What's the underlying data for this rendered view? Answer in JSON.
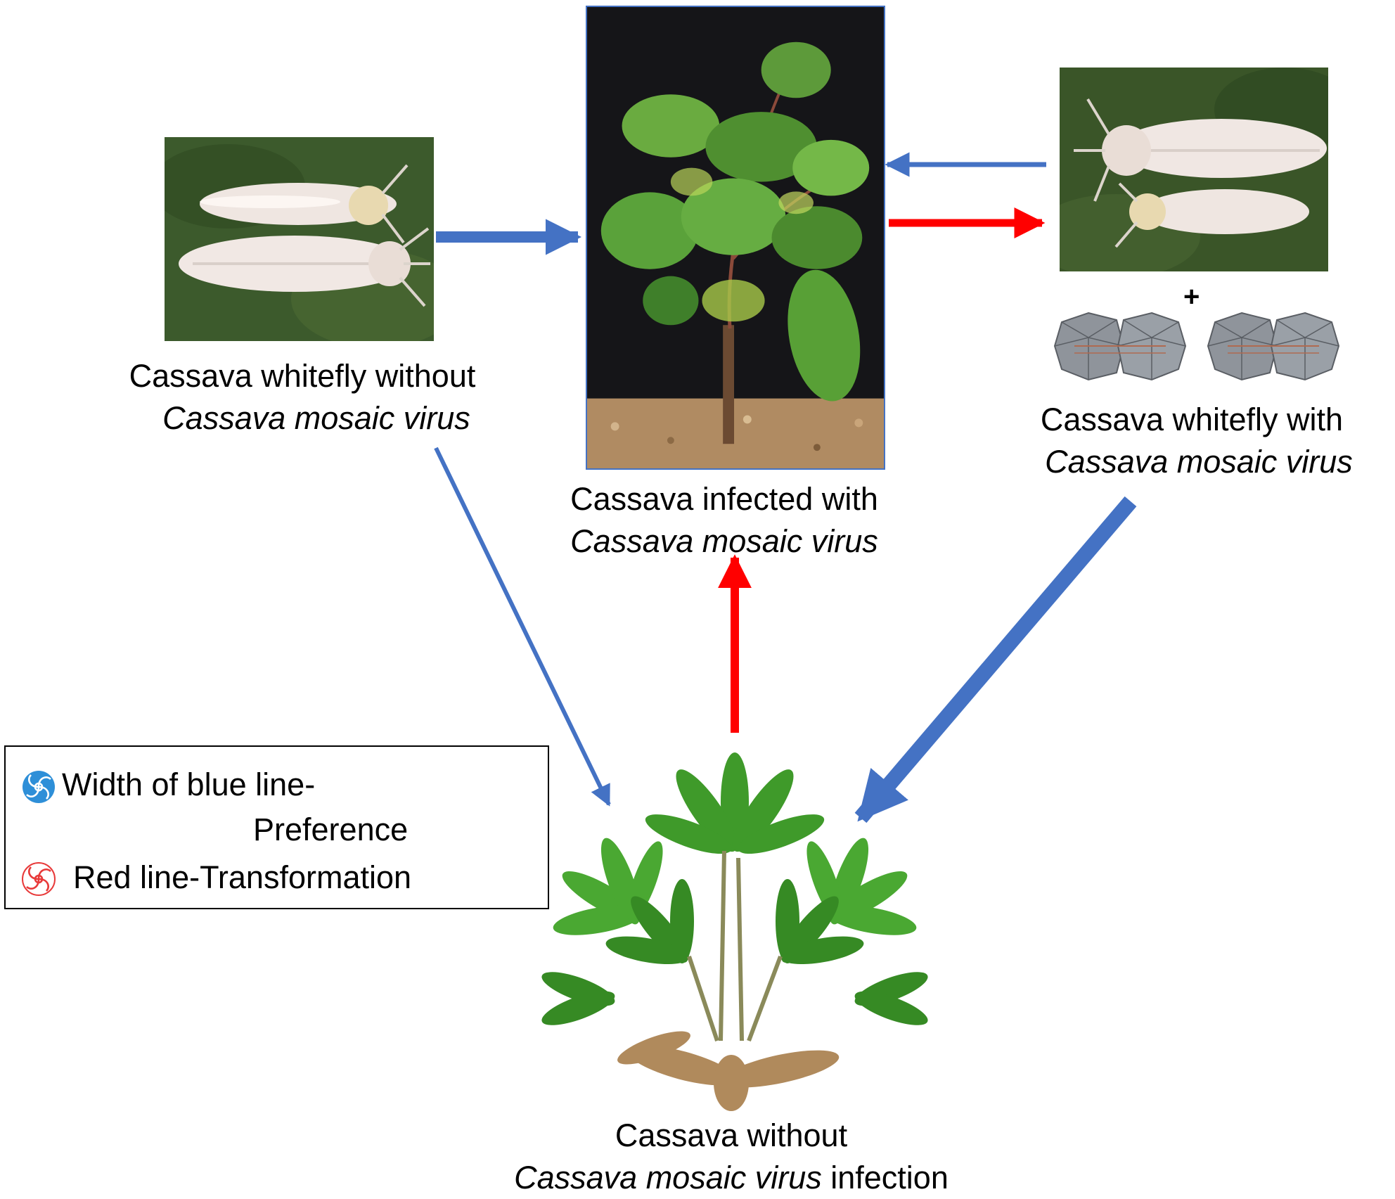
{
  "nodes": {
    "whitefly_without": {
      "line1": "Cassava whitefly without",
      "line2": "Cassava mosaic virus"
    },
    "infected_cassava": {
      "line1": "Cassava infected with",
      "line2": "Cassava mosaic virus"
    },
    "whitefly_with": {
      "line1": "Cassava whitefly with",
      "line2": "Cassava mosaic virus"
    },
    "healthy_cassava": {
      "line1": "Cassava without",
      "line2_italic": "Cassava mosaic virus",
      "line2_rest": " infection"
    }
  },
  "plus_sign": "+",
  "legend": {
    "blue_line1": "Width of blue line-",
    "blue_line2": "Preference",
    "red_line": "Red line-Transformation"
  },
  "colors": {
    "preference_arrow": "#4472c4",
    "transformation_arrow": "#ff0000",
    "leaf_green": "#3f9a2a",
    "whitefly_body": "#efe6e1",
    "background_leaf": "#3f5a2a",
    "virus_particle": "#8f949b"
  }
}
